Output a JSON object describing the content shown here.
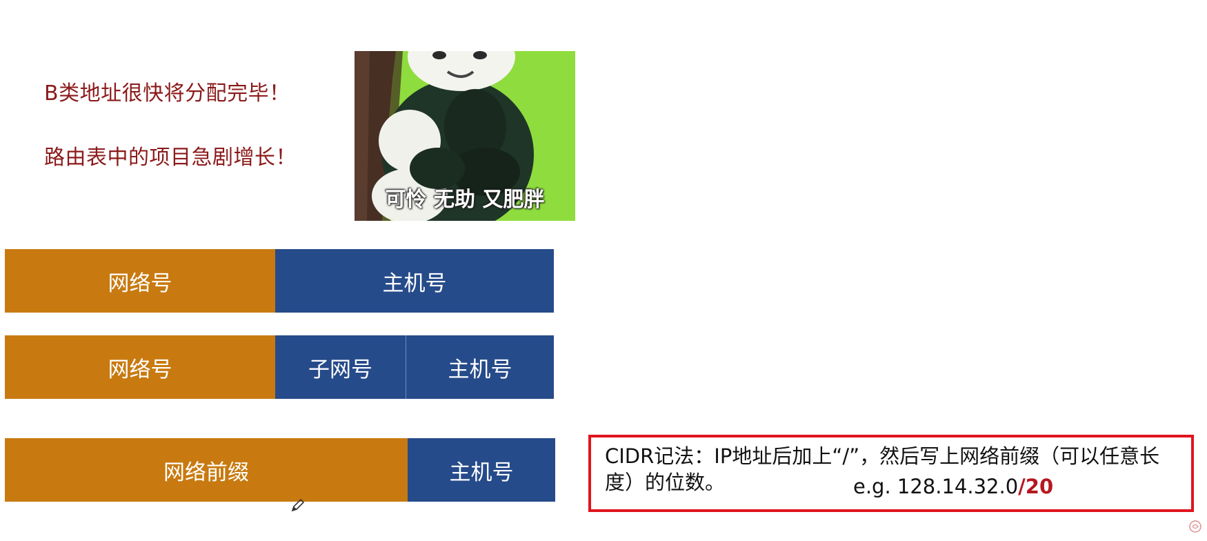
{
  "notes": {
    "line1": "B类地址很快将分配完毕！",
    "line2": "路由表中的项目急剧增长！"
  },
  "meme": {
    "caption": "可怜 无助 又肥胖"
  },
  "rows": [
    {
      "segments": [
        {
          "label": "网络号",
          "kind": "network"
        },
        {
          "label": "主机号",
          "kind": "host"
        }
      ]
    },
    {
      "segments": [
        {
          "label": "网络号",
          "kind": "network"
        },
        {
          "label": "子网号",
          "kind": "host"
        },
        {
          "label": "主机号",
          "kind": "host"
        }
      ]
    },
    {
      "segments": [
        {
          "label": "网络前缀",
          "kind": "network"
        },
        {
          "label": "主机号",
          "kind": "host"
        }
      ]
    }
  ],
  "cidr": {
    "text": "CIDR记法：IP地址后加上“/”，然后写上网络前缀（可以任意长度）的位数。",
    "example_address": "e.g. 128.14.32.0",
    "example_prefix": "/20"
  },
  "colors": {
    "network": "#c87a10",
    "host": "#264b8a",
    "note_text": "#8b1a1a",
    "box_border": "#e0141e",
    "prefix": "#b51820"
  },
  "icons": {
    "cursor": "pencil-icon",
    "corner": "watermark-icon"
  }
}
